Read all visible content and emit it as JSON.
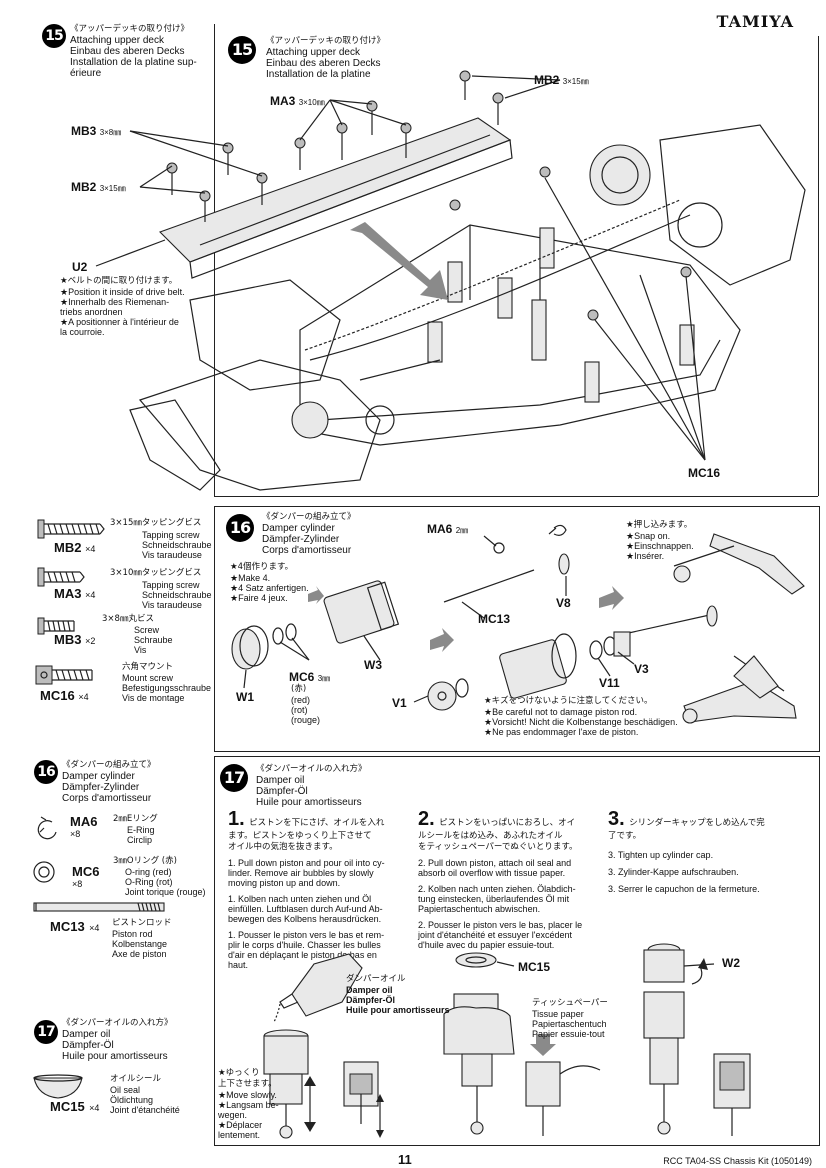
{
  "header": {
    "brand": "TAMIYA"
  },
  "step15_side": {
    "badge": "15",
    "lines": [
      "《アッパーデッキの取り付け》",
      "Attaching upper deck",
      "Einbau des aberen Decks",
      "Installation de la platine sup-",
      "érieure"
    ]
  },
  "step15_main": {
    "badge": "15",
    "lines": [
      "《アッパーデッキの取り付け》",
      "Attaching upper deck",
      "Einbau des aberen Decks",
      "Installation de la platine"
    ],
    "labels": {
      "mb2_top": "MB2",
      "mb2_top_size": "3×15㎜",
      "ma3": "MA3",
      "ma3_size": "3×10㎜",
      "mb3": "MB3",
      "mb3_size": "3×8㎜",
      "mb2_left": "MB2",
      "mb2_left_size": "3×15㎜",
      "u2": "U2",
      "mc16": "MC16"
    },
    "notes": [
      "★ベルトの間に取り付けます。",
      "★Position it inside of drive belt.",
      "★Innerhalb des Riemenan-",
      "triebs anordnen",
      "★A positionner à l'intérieur de",
      "la courroie."
    ]
  },
  "parts_left": [
    {
      "code": "MB2",
      "qty": "×4",
      "jp": "3×15㎜タッピングビス",
      "lines": [
        "Tapping screw",
        "Schneidschraube",
        "Vis taraudeuse"
      ]
    },
    {
      "code": "MA3",
      "qty": "×4",
      "jp": "3×10㎜タッピングビス",
      "lines": [
        "Tapping screw",
        "Schneidschraube",
        "Vis taraudeuse"
      ]
    },
    {
      "code": "MB3",
      "qty": "×2",
      "jp": "3×8㎜丸ビス",
      "lines": [
        "Screw",
        "Schraube",
        "Vis"
      ]
    },
    {
      "code": "MC16",
      "qty": "×4",
      "jp": "六角マウント",
      "lines": [
        "Mount screw",
        "Befestigungsschraube",
        "Vis de montage"
      ]
    }
  ],
  "step16_main": {
    "badge": "16",
    "lines": [
      "《ダンパーの組み立て》",
      "Damper cylinder",
      "Dämpfer-Zylinder",
      "Corps d'amortisseur"
    ],
    "make4": [
      "★4個作ります。",
      "★Make 4.",
      "★4 Satz anfertigen.",
      "★Faire 4 jeux."
    ],
    "snap": [
      "★押し込みます。",
      "★Snap on.",
      "★Einschnappen.",
      "★Insérer."
    ],
    "caution": [
      "★キズをつけないように注意してください。",
      "★Be careful not to damage piston rod.",
      "★Vorsicht! Nicht die Kolbenstange beschädigen.",
      "★Ne pas endommager l'axe de piston."
    ],
    "labels": {
      "ma6": "MA6",
      "ma6_size": "2㎜",
      "mc13": "MC13",
      "v8": "V8",
      "mc6": "MC6",
      "mc6_size": "3㎜",
      "mc6_colors": [
        "(赤)",
        "(red)",
        "(rot)",
        "(rouge)"
      ],
      "w3": "W3",
      "w1": "W1",
      "v1": "V1",
      "v11": "V11",
      "v3": "V3"
    }
  },
  "step16_side": {
    "badge": "16",
    "lines": [
      "《ダンパーの組み立て》",
      "Damper cylinder",
      "Dämpfer-Zylinder",
      "Corps d'amortisseur"
    ],
    "parts": [
      {
        "code": "MA6",
        "qty": "×8",
        "jp": "2㎜Eリング",
        "lines": [
          "E-Ring",
          "Circlip"
        ]
      },
      {
        "code": "MC6",
        "qty": "×8",
        "jp": "3㎜Oリング (赤)",
        "lines": [
          "O-ring (red)",
          "O-Ring (rot)",
          "Joint torique (rouge)"
        ]
      },
      {
        "code": "MC13",
        "qty": "×4",
        "jp": "ピストンロッド",
        "lines": [
          "Piston rod",
          "Kolbenstange",
          "Axe de piston"
        ]
      }
    ]
  },
  "step17_side": {
    "badge": "17",
    "lines": [
      "《ダンパーオイルの入れ方》",
      "Damper oil",
      "Dämpfer-Öl",
      "Huile pour amortisseurs"
    ],
    "part": {
      "code": "MC15",
      "qty": "×4",
      "jp": "オイルシール",
      "lines": [
        "Oil seal",
        "Öldichtung",
        "Joint d'étanchéité"
      ]
    }
  },
  "step17_main": {
    "badge": "17",
    "lines": [
      "《ダンパーオイルの入れ方》",
      "Damper oil",
      "Dämpfer-Öl",
      "Huile pour amortisseurs"
    ],
    "col1": {
      "num": "1.",
      "jp": [
        "ピストンを下にさげ、オイルを入れ",
        "ます。ピストンをゆっくり上下させて",
        "オイル中の気泡を抜きます。"
      ],
      "en": [
        "1. Pull down piston and pour oil into cy-",
        "linder. Remove air bubbles by slowly",
        "moving piston up and down."
      ],
      "de": [
        "1. Kolben nach unten ziehen und Öl",
        "einfüllen. Luftblasen durch Auf-und Ab-",
        "bewegen des Kolbens herausdrücken."
      ],
      "fr": [
        "1. Pousser le piston vers le bas et rem-",
        "plir le corps d'huile. Chasser les bulles",
        "d'air en déplaçant le piston de bas en",
        "haut."
      ]
    },
    "col2": {
      "num": "2.",
      "jp": [
        "ピストンをいっぱいにおろし、オイ",
        "ルシールをはめ込み、あふれたオイル",
        "をティッシュペーパーでぬぐいとります。"
      ],
      "en": [
        "2. Pull down piston, attach oil seal and",
        "absorb oil overflow with tissue paper."
      ],
      "de": [
        "2. Kolben nach unten ziehen. Ölabdich-",
        "tung einstecken, überlaufendes Öl mit",
        "Papiertaschentuch abwischen."
      ],
      "fr": [
        "2. Pousser le piston vers le bas, placer le",
        "joint d'étanchéité et essuyer l'excédent",
        "d'huile avec du papier essuie-tout."
      ]
    },
    "col3": {
      "num": "3.",
      "jp": [
        "シリンダーキャップをしめ込んで完",
        "了です。"
      ],
      "en": [
        "3. Tighten up cylinder cap."
      ],
      "de": [
        "3. Zylinder-Kappe aufschrauben."
      ],
      "fr": [
        "3. Serrer le capuchon de la fermeture."
      ]
    },
    "oil": [
      "ダンパーオイル",
      "Damper oil",
      "Dämpfer-Öl",
      "Huile pour amortisseurs"
    ],
    "tissue": [
      "ティッシュペーパー",
      "Tissue paper",
      "Papiertaschentuch",
      "Papier essuie-tout"
    ],
    "slowly": [
      "★ゆっくり",
      "上下させます。",
      "★Move slowly.",
      "★Langsam be-",
      "wegen.",
      "★Déplacer",
      "lentement."
    ],
    "mc15": "MC15",
    "w2": "W2"
  },
  "footer": {
    "page": "11",
    "kit": "RCC TA04-SS Chassis Kit (1050149)"
  }
}
